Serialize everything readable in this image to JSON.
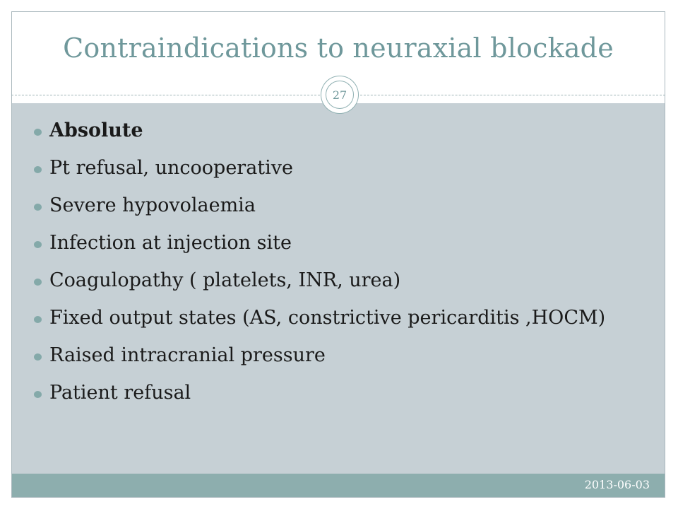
{
  "slide": {
    "title": "Contraindications to neuraxial blockade",
    "page_number": "27",
    "date": "2013-06-03",
    "bullets": [
      "Absolute",
      "Pt refusal, uncooperative",
      "Severe hypovolaemia",
      "Infection at injection site",
      "Coagulopathy ( platelets, INR, urea)",
      "Fixed output states (AS, constrictive pericarditis ,HOCM)",
      "Raised intracranial pressure",
      "Patient refusal"
    ]
  },
  "colors": {
    "title": "#6f989b",
    "content_background": "#c6d0d5",
    "footer_background": "#8daeae",
    "bullet_marker": "#84a9a9"
  }
}
